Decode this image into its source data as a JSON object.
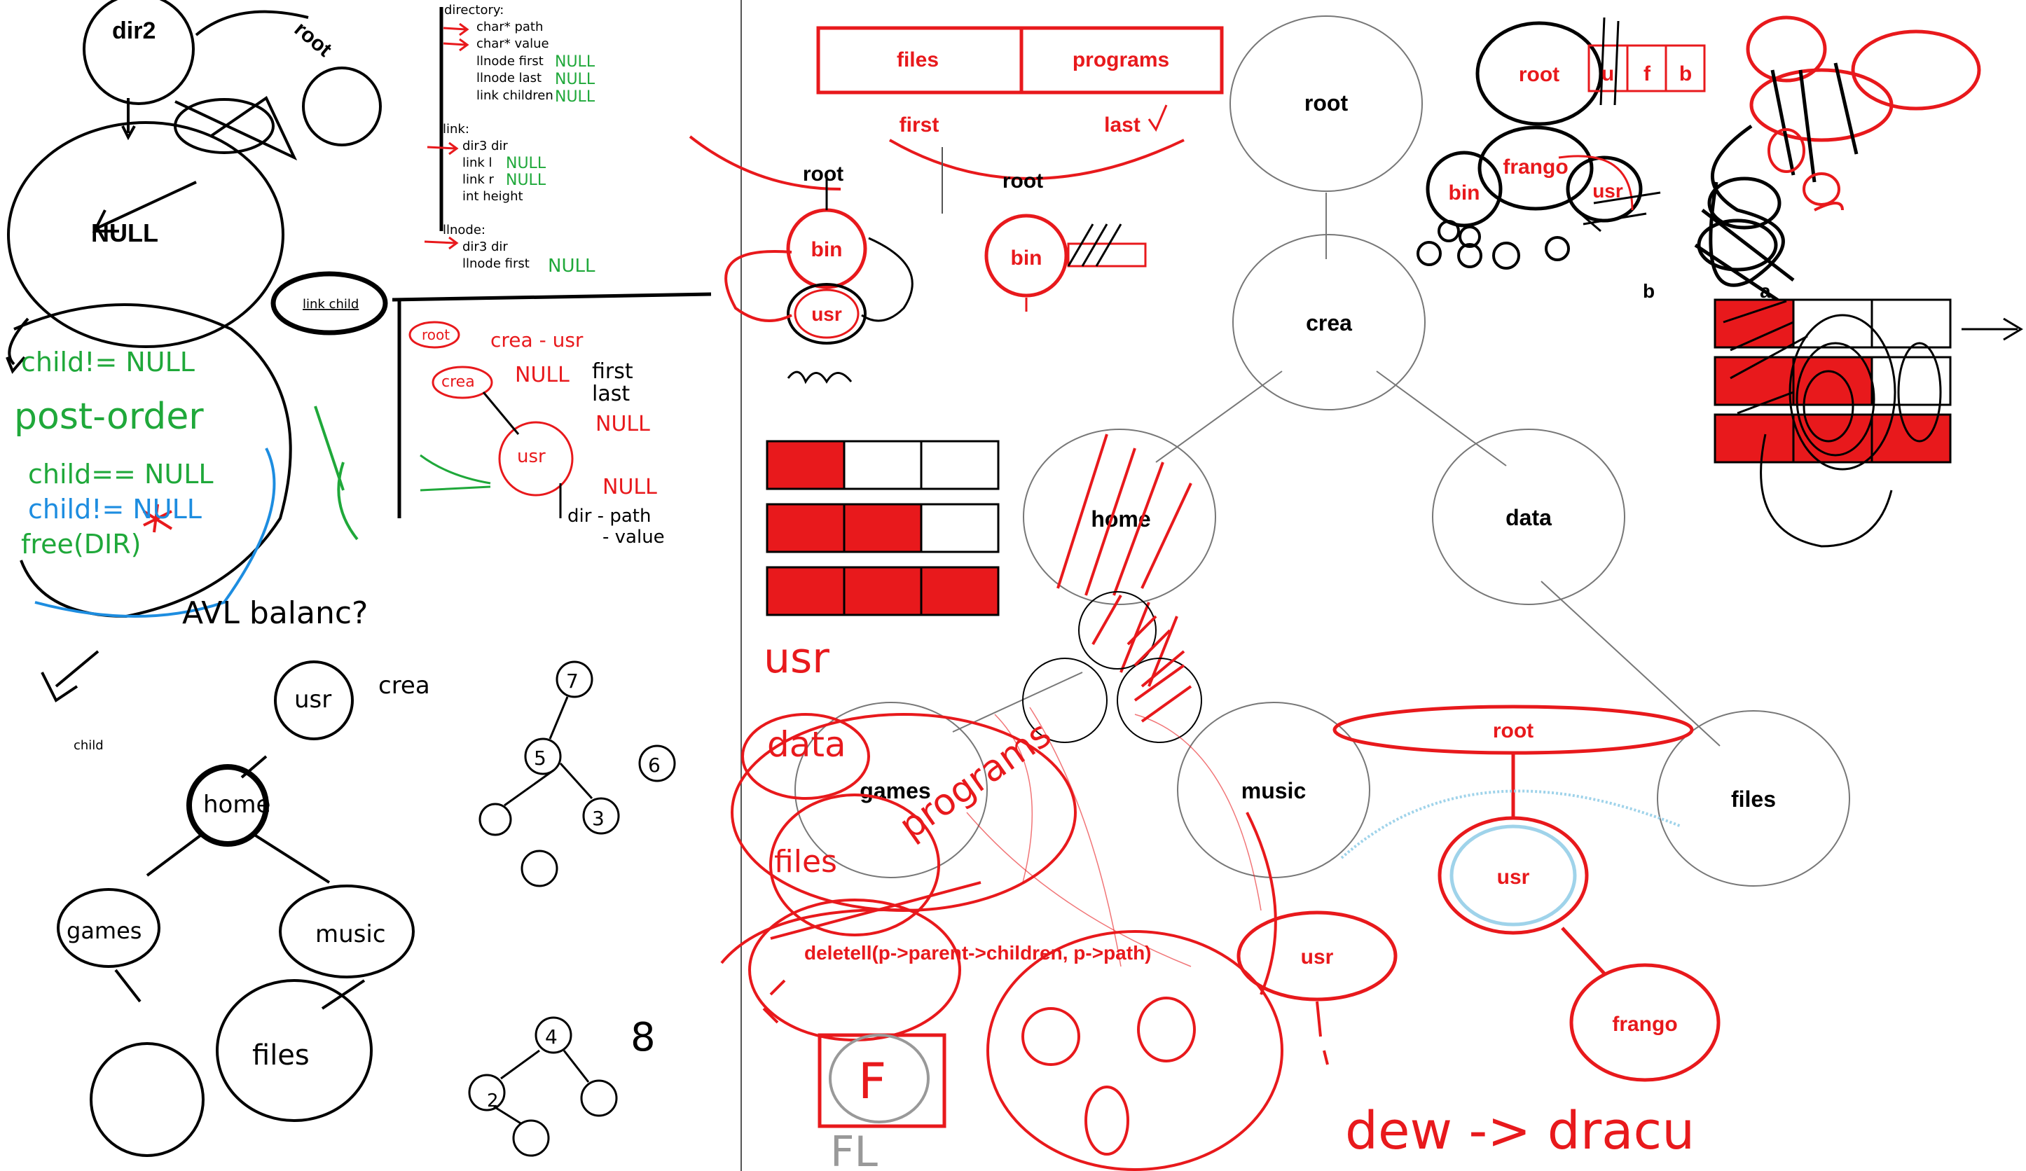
{
  "colors": {
    "red": "#e8191c",
    "black": "#000000",
    "green": "#1fa83a",
    "blue": "#1d8de0",
    "gray": "#8a8a8a",
    "light_blue": "#9fd3ea"
  },
  "struct_notes": {
    "directory_header": "directory:",
    "directory_fields": [
      "char* path",
      "char* value",
      "llnode first",
      "llnode last",
      "link children"
    ],
    "directory_nulls": [
      "NULL",
      "NULL",
      "NULL"
    ],
    "link_header": "link:",
    "link_fields": [
      "dir3 dir",
      "link l",
      "link r",
      "int height"
    ],
    "link_nulls": [
      "NULL",
      "NULL"
    ],
    "llnode_header": "llnode:",
    "llnode_fields": [
      "dir3 dir",
      "llnode first"
    ],
    "llnode_null": "NULL"
  },
  "left_sketch": {
    "dir2": "dir2",
    "root": "root",
    "null_node": "NULL",
    "link_child": "link child",
    "green_notes": [
      "child!= NULL",
      "post-order",
      "child== NULL",
      "child!= NULL",
      "free(DIR)"
    ],
    "avl_note": "AVL balanc?",
    "child_label": "child",
    "tree_labels": [
      "usr",
      "crea",
      "games",
      "music",
      "files",
      "home"
    ],
    "numbers": [
      "7",
      "5",
      "3",
      "2",
      "4",
      "6",
      "8"
    ],
    "list_labels": [
      "root",
      "crea - usr",
      "crea",
      "NULL",
      "first",
      "last",
      "NULL",
      "usr",
      "NULL",
      "dir - path",
      "- value"
    ]
  },
  "middle_top": {
    "files": "files",
    "programs": "programs",
    "first": "first",
    "last": "last",
    "root1": "root",
    "bin1": "bin",
    "usr1": "usr",
    "root2": "root",
    "bin2": "bin"
  },
  "grids": {
    "small": [
      [
        1,
        0,
        0
      ],
      [
        1,
        1,
        0
      ],
      [
        1,
        1,
        1
      ]
    ],
    "right": [
      [
        1,
        0,
        0
      ],
      [
        1,
        1,
        0
      ],
      [
        1,
        1,
        1
      ]
    ]
  },
  "main_tree": {
    "root": "root",
    "crea": "crea",
    "home": "home",
    "data": "data",
    "games": "games",
    "music": "music",
    "files": "files"
  },
  "red_overlay": {
    "usr_note": "usr",
    "data_note": "data",
    "programs_note": "programs",
    "files_note": "files",
    "delete_call": "deletell(p->parent->children, p->path)",
    "usr_oval": "usr",
    "f_box": "F",
    "fl_note": "FL"
  },
  "right_tree": {
    "root": "root",
    "usr": "usr",
    "frango": "frango",
    "note": "dew -> dracu"
  },
  "top_right": {
    "root": "root",
    "frango": "frango",
    "bin": "bin",
    "usr": "usr",
    "boxes": [
      "u",
      "f",
      "b"
    ],
    "b_label": "b",
    "a_label": "a"
  }
}
